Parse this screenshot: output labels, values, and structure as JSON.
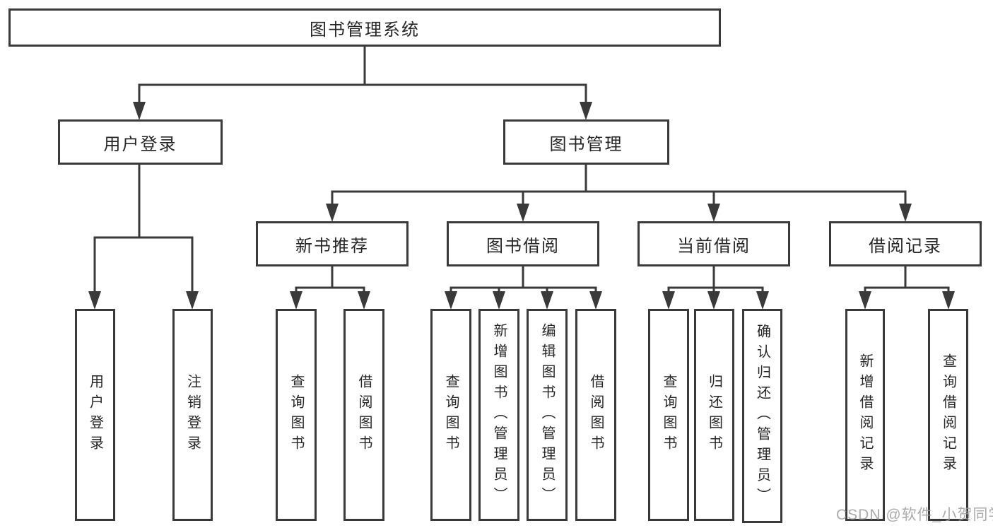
{
  "diagram": {
    "title": "图书管理系统",
    "root": {
      "label": "图书管理系统"
    },
    "level2": {
      "user_login": {
        "label": "用户登录"
      },
      "book_mgmt": {
        "label": "图书管理"
      }
    },
    "level3": {
      "new_book": {
        "label": "新书推荐"
      },
      "book_borrow": {
        "label": "图书借阅"
      },
      "current_borrow": {
        "label": "当前借阅"
      },
      "borrow_record": {
        "label": "借阅记录"
      }
    },
    "leaves": {
      "user_login": [
        "用户登录",
        "注销登录"
      ],
      "new_book": [
        "查询图书",
        "借阅图书"
      ],
      "book_borrow": [
        "查询图书",
        "新增图书（管理员）",
        "编辑图书（管理员）",
        "借阅图书"
      ],
      "current_borrow": [
        "查询图书",
        "归还图书",
        "确认归还（管理员）"
      ],
      "borrow_record": [
        "新增借阅记录",
        "查询借阅记录"
      ]
    }
  },
  "watermark": "CSDN @软件_小贺同学",
  "colors": {
    "line": "#3a3a3a",
    "border": "#3a3a3a",
    "text": "#262626",
    "watermark": "#9b9b9b",
    "background": "#ffffff"
  }
}
